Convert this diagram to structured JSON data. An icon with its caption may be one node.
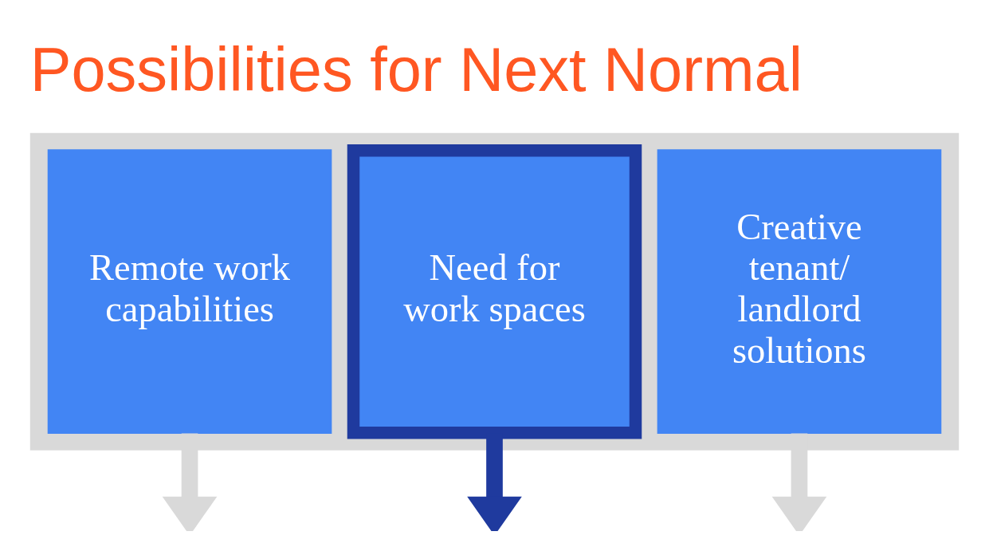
{
  "diagram": {
    "title": "Possibilities for Next Normal",
    "nodes": [
      {
        "text": [],
        "shape": "box"
      },
      {
        "text": [
          "Remote work capabilities"
        ],
        "in": 0
      },
      {
        "text": [
          "Need for work spaces"
        ],
        "in": 0
      },
      {
        "text": [
          "Creative tenant/ landlord solutions"
        ],
        "in": 0
      }
    ],
    "edges": [
      {
        "from": 1,
        "to": null,
        "arrow": "to"
      },
      {
        "from": 2,
        "to": null,
        "arrow": "to",
        "color": "#1f3a9e"
      },
      {
        "from": 3,
        "to": null,
        "arrow": "to"
      }
    ]
  }
}
